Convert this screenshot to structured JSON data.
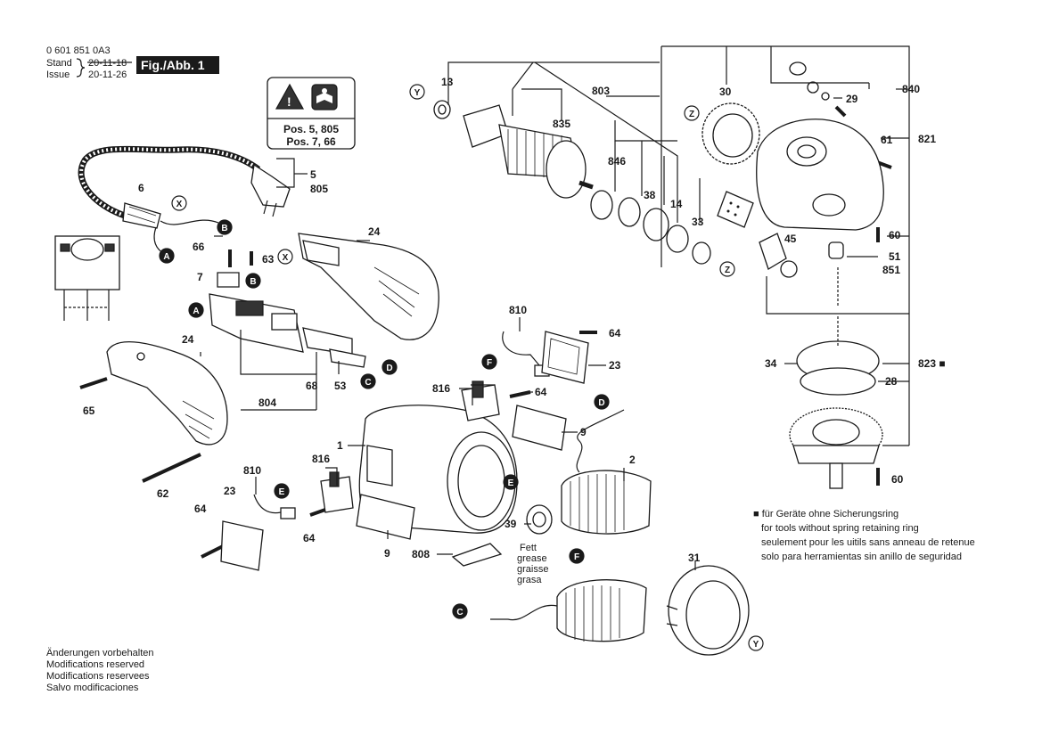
{
  "header": {
    "part_number": "0 601 851 0A3",
    "stand_label": "Stand",
    "issue_label": "Issue",
    "date_old": "20-11-18",
    "date_new": "20-11-26",
    "fig_label": "Fig./Abb. 1"
  },
  "warning": {
    "line1": "Pos. 5, 805",
    "line2": "Pos. 7, 66",
    "icons": [
      "warning-triangle-icon",
      "read-manual-icon"
    ]
  },
  "part_labels": [
    {
      "id": "13",
      "text": "13"
    },
    {
      "id": "803",
      "text": "803"
    },
    {
      "id": "835",
      "text": "835"
    },
    {
      "id": "846",
      "text": "846"
    },
    {
      "id": "38",
      "text": "38"
    },
    {
      "id": "14",
      "text": "14"
    },
    {
      "id": "33",
      "text": "33"
    },
    {
      "id": "30",
      "text": "30"
    },
    {
      "id": "840",
      "text": "840"
    },
    {
      "id": "29",
      "text": "29"
    },
    {
      "id": "61",
      "text": "61"
    },
    {
      "id": "821",
      "text": "821"
    },
    {
      "id": "60a",
      "text": "60"
    },
    {
      "id": "51",
      "text": "51"
    },
    {
      "id": "851",
      "text": "851"
    },
    {
      "id": "45",
      "text": "45"
    },
    {
      "id": "5",
      "text": "5"
    },
    {
      "id": "805",
      "text": "805"
    },
    {
      "id": "6",
      "text": "6"
    },
    {
      "id": "24a",
      "text": "24"
    },
    {
      "id": "66",
      "text": "66"
    },
    {
      "id": "63",
      "text": "63"
    },
    {
      "id": "7",
      "text": "7"
    },
    {
      "id": "24b",
      "text": "24"
    },
    {
      "id": "65",
      "text": "65"
    },
    {
      "id": "68",
      "text": "68"
    },
    {
      "id": "53",
      "text": "53"
    },
    {
      "id": "804",
      "text": "804"
    },
    {
      "id": "62",
      "text": "62"
    },
    {
      "id": "810a",
      "text": "810"
    },
    {
      "id": "64a",
      "text": "64"
    },
    {
      "id": "23a",
      "text": "23"
    },
    {
      "id": "816a",
      "text": "816"
    },
    {
      "id": "64b",
      "text": "64"
    },
    {
      "id": "9a",
      "text": "9"
    },
    {
      "id": "1",
      "text": "1"
    },
    {
      "id": "2",
      "text": "2"
    },
    {
      "id": "816b",
      "text": "816"
    },
    {
      "id": "810b",
      "text": "810"
    },
    {
      "id": "23b",
      "text": "23"
    },
    {
      "id": "64c",
      "text": "64"
    },
    {
      "id": "64d",
      "text": "64"
    },
    {
      "id": "9b",
      "text": "9"
    },
    {
      "id": "808",
      "text": "808"
    },
    {
      "id": "39",
      "text": "39"
    },
    {
      "id": "34",
      "text": "34"
    },
    {
      "id": "823",
      "text": "823 ■"
    },
    {
      "id": "28",
      "text": "28"
    },
    {
      "id": "60b",
      "text": "60"
    },
    {
      "id": "31",
      "text": "31"
    }
  ],
  "connectors": {
    "X": "X",
    "Y": "Y",
    "Z": "Z",
    "A": "A",
    "B": "B",
    "C": "C",
    "D": "D",
    "E": "E",
    "F": "F"
  },
  "grease": [
    "Fett",
    "grease",
    "graisse",
    "grasa"
  ],
  "footnote": {
    "line1": "■ für Geräte ohne Sicherungsring",
    "line2": "for tools without spring retaining ring",
    "line3": "seulement pour les uitils sans anneau de retenue",
    "line4": "solo para herramientas sin anillo de seguridad"
  },
  "modifications": {
    "de": "Änderungen vorbehalten",
    "en": "Modifications reserved",
    "fr": "Modifications reservees",
    "es": "Salvo modificaciones"
  }
}
